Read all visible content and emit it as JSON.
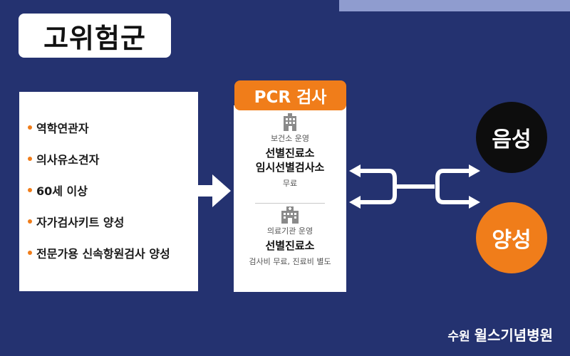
{
  "title": "고위험군",
  "risk_groups": [
    "역학연관자",
    "의사유소견자",
    "60세 이상",
    "자가검사키트 양성",
    "전문가용 신속항원검사 양성"
  ],
  "pcr": {
    "header": "PCR 검사",
    "public": {
      "operator": "보건소 운영",
      "facility_line1": "선별진료소",
      "facility_line2": "임시선별검사소",
      "fee": "무료"
    },
    "medical": {
      "operator": "의료기관 운영",
      "facility": "선별진료소",
      "fee": "검사비 무료, 진료비 별도"
    }
  },
  "results": {
    "negative": "음성",
    "positive": "양성"
  },
  "hospital": {
    "prefix": "수원",
    "name": "윌스기념병원"
  },
  "colors": {
    "background": "#243270",
    "accent": "#f07d1a",
    "negative": "#0d0d0d"
  }
}
